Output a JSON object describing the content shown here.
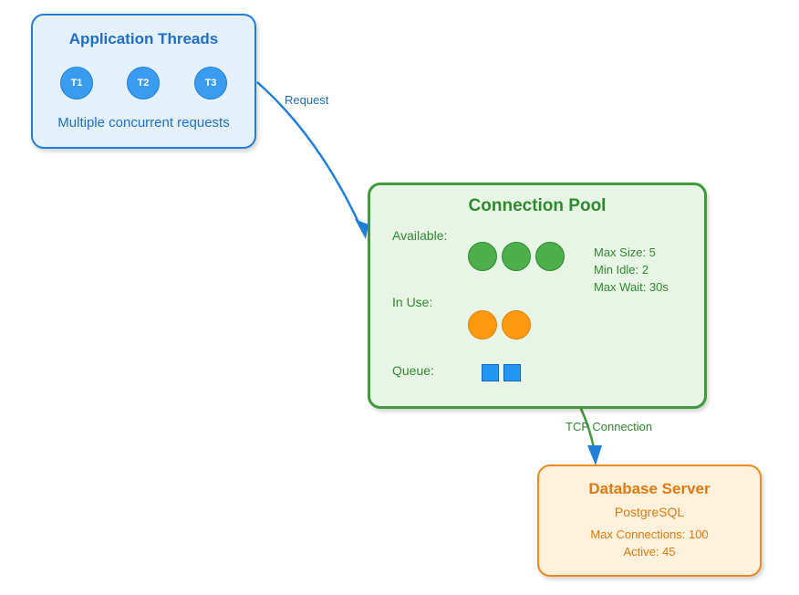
{
  "threads": {
    "title": "Application Threads",
    "items": [
      "T1",
      "T2",
      "T3"
    ],
    "caption": "Multiple concurrent requests"
  },
  "pool": {
    "title": "Connection Pool",
    "available_label": "Available:",
    "in_use_label": "In Use:",
    "queue_label": "Queue:",
    "available_count": 3,
    "in_use_count": 2,
    "queue_count": 2,
    "config": {
      "max_size": "Max Size: 5",
      "min_idle": "Min Idle: 2",
      "max_wait": "Max Wait: 30s"
    }
  },
  "database": {
    "title": "Database Server",
    "subtitle": "PostgreSQL",
    "max_connections": "Max Connections: 100",
    "active": "Active: 45"
  },
  "edges": {
    "request": "Request",
    "tcp": "TCP Connection"
  },
  "colors": {
    "blue": "#1f7fd9",
    "green": "#3f9a3e",
    "orange": "#f08a1c"
  }
}
